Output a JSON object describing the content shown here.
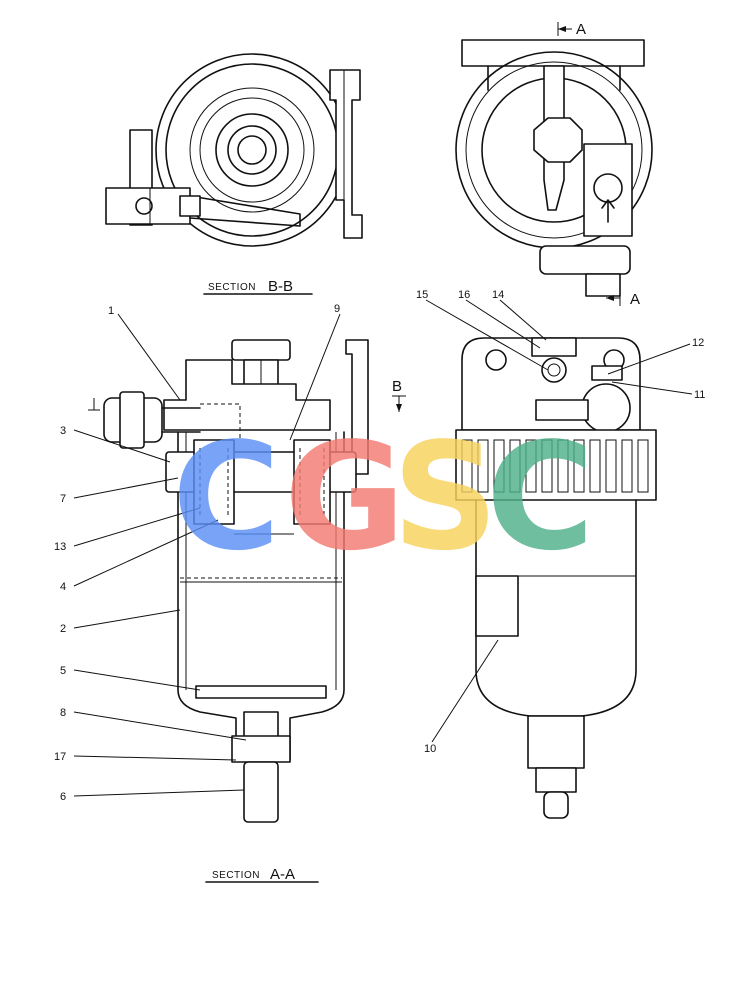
{
  "sections": {
    "bb": {
      "prefix": "SECTION",
      "letters": "B-B"
    },
    "aa": {
      "prefix": "SECTION",
      "letters": "A-A"
    }
  },
  "cut_markers": {
    "a_top": "A",
    "a_bottom": "A",
    "b_side": "B"
  },
  "callouts": {
    "c1": "1",
    "c2": "2",
    "c3": "3",
    "c4": "4",
    "c5": "5",
    "c6": "6",
    "c7": "7",
    "c8": "8",
    "c9": "9",
    "c10": "10",
    "c11": "11",
    "c12": "12",
    "c13": "13",
    "c14": "14",
    "c15": "15",
    "c16": "16",
    "c17": "17"
  },
  "watermark": {
    "letters": [
      "C",
      "G",
      "S",
      "C"
    ],
    "colors": [
      "#5b8ff5",
      "#f27b72",
      "#f7d25c",
      "#4fb08a"
    ]
  }
}
